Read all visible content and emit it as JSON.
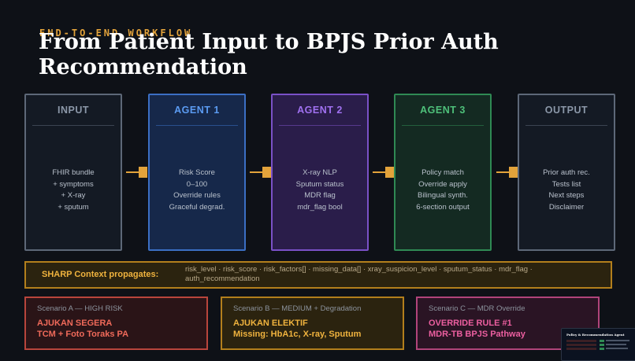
{
  "header": {
    "kicker": "END-TO-END WORKFLOW",
    "title": "From Patient Input to BPJS Prior Auth Recommendation"
  },
  "stages": [
    {
      "name": "INPUT",
      "color": "#8b97a8",
      "border": "#5d6878",
      "bg": "#141a24",
      "lines": [
        "FHIR bundle",
        "+ symptoms",
        "+ X-ray",
        "+ sputum"
      ]
    },
    {
      "name": "AGENT 1",
      "color": "#5b9bf2",
      "border": "#3b6fc4",
      "bg": "#16284a",
      "lines": [
        "Risk Score",
        "0–100",
        "Override rules",
        "Graceful degrad."
      ]
    },
    {
      "name": "AGENT 2",
      "color": "#a071f0",
      "border": "#7a51c7",
      "bg": "#2a1d4a",
      "lines": [
        "X-ray NLP",
        "Sputum status",
        "MDR flag",
        "mdr_flag bool"
      ]
    },
    {
      "name": "AGENT 3",
      "color": "#4ec07a",
      "border": "#2f8a54",
      "bg": "#142a22",
      "lines": [
        "Policy match",
        "Override apply",
        "Bilingual synth.",
        "6-section output"
      ]
    },
    {
      "name": "OUTPUT",
      "color": "#8b97a8",
      "border": "#5d6878",
      "bg": "#141a24",
      "lines": [
        "Prior auth rec.",
        "Tests list",
        "Next steps",
        "Disclaimer"
      ]
    }
  ],
  "sharp": {
    "label": "SHARP Context propagates:",
    "fields": "risk_level · risk_score · risk_factors[] · missing_data[] · xray_suspicion_level · sputum_status · mdr_flag · auth_recommendation"
  },
  "scenarios": [
    {
      "header": "Scenario A — HIGH RISK",
      "line1": "AJUKAN SEGERA",
      "line2": "TCM + Foto Toraks PA",
      "color": "#f06a5a",
      "border": "#b8453c",
      "bg": "#2a1417"
    },
    {
      "header": "Scenario B — MEDIUM + Degradation",
      "line1": "AJUKAN ELEKTIF",
      "line2": "Missing: HbA1c, X-ray, Sputum",
      "color": "#f0b33e",
      "border": "#b37f1c",
      "bg": "#2b230f"
    },
    {
      "header": "Scenario C — MDR Override",
      "line1": "OVERRIDE RULE #1",
      "line2": "MDR-TB BPJS Pathway",
      "color": "#ec5fa0",
      "border": "#b0447a",
      "bg": "#2a1424"
    }
  ],
  "thumbnail": {
    "title": "Policy & Recommendation Agent"
  }
}
